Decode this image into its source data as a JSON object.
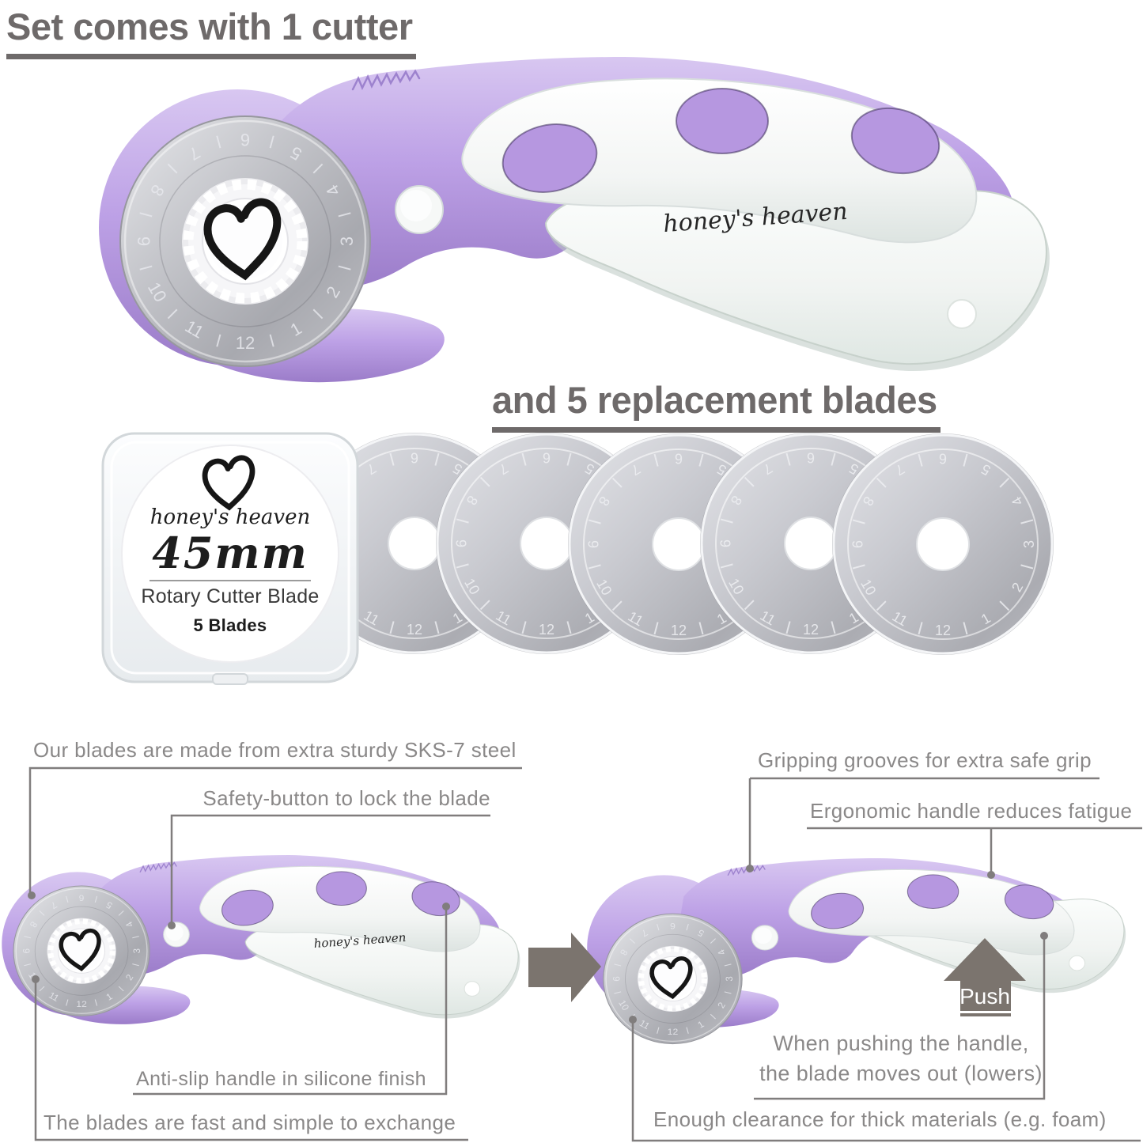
{
  "headings": {
    "top": "Set comes with 1 cutter",
    "middle": "and 5 replacement blades"
  },
  "brand": {
    "name": "honey's heaven"
  },
  "case_label": {
    "brand": "honey's heaven",
    "size": "45mm",
    "product": "Rotary Cutter Blade",
    "count": "5 Blades"
  },
  "blades": {
    "numbers": [
      "1",
      "2",
      "3",
      "4",
      "5",
      "6",
      "7",
      "8",
      "9",
      "10",
      "11",
      "12"
    ]
  },
  "callouts": {
    "sks7": "Our blades are made from extra sturdy SKS-7 steel",
    "safety": "Safety-button to lock the blade",
    "antislip": "Anti-slip handle in silicone finish",
    "exchange": "The blades are fast and simple to exchange",
    "grooves": "Gripping grooves for extra safe grip",
    "ergonomic": "Ergonomic handle reduces fatigue",
    "push": "Push",
    "push_line1": "When pushing the handle,",
    "push_line2": "the blade moves out (lowers)",
    "clearance": "Enough clearance for thick materials (e.g. foam)"
  },
  "colors": {
    "purple": "#bda1e6",
    "purple_dark": "#9b7cc9",
    "steel": "#c6c7cc",
    "heading_gray": "#6e6a6a",
    "text_gray": "#8a8888",
    "arrow_gray": "#7b746e",
    "line_gray": "#807d7d"
  }
}
